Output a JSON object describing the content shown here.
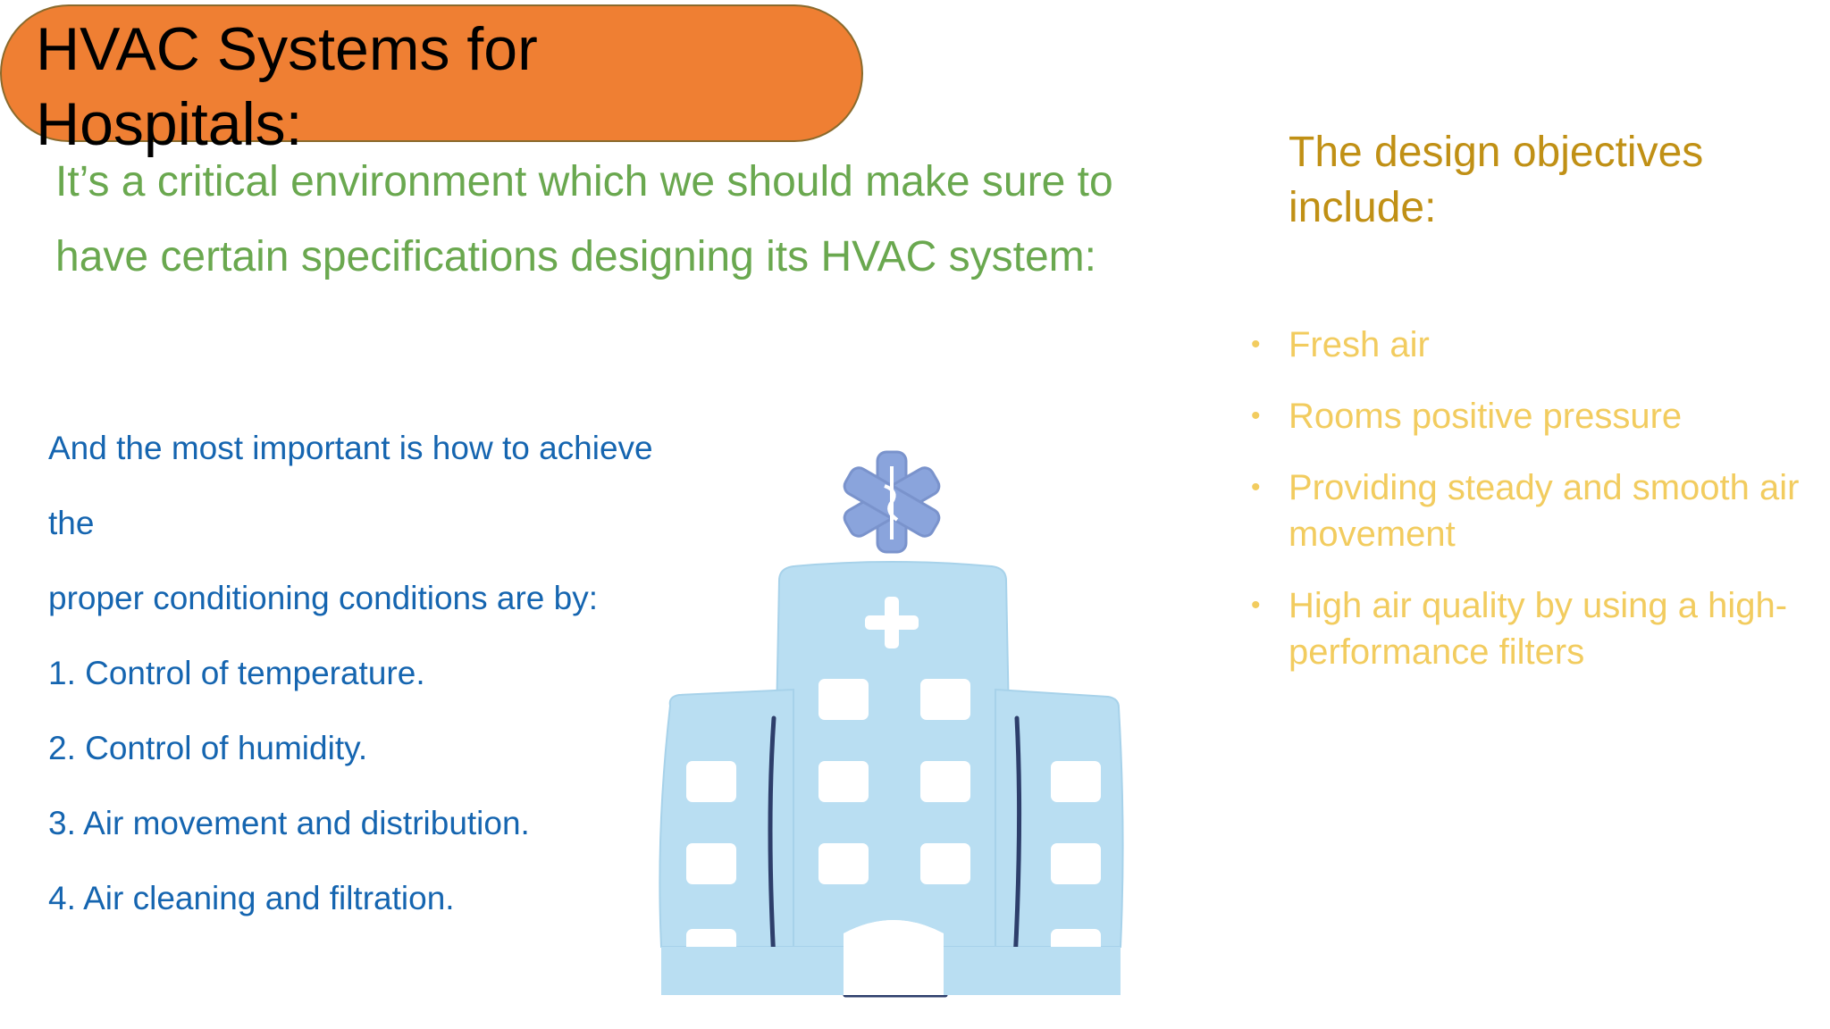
{
  "title": {
    "line1": "HVAC Systems for",
    "line2": "Hospitals:"
  },
  "intro": "It’s a critical environment which we should make sure to have certain specifications designing its HVAC system:",
  "conditions": {
    "lines": [
      "And the most important is how to achieve",
      "the",
      "proper conditioning conditions are by:",
      "1. Control of temperature.",
      "2. Control of humidity.",
      "3. Air movement and distribution.",
      "4. Air cleaning and filtration."
    ]
  },
  "objectives": {
    "title": "The design objectives include:",
    "items": [
      "Fresh air",
      "Rooms positive pressure",
      "Providing steady and smooth air movement",
      "High air quality by using a high-performance filters"
    ]
  },
  "colors": {
    "title_pill": "#ef7f33",
    "intro_text": "#6aa84f",
    "conditions_text": "#1565b0",
    "objectives_title": "#c09015",
    "objectives_items": "#f2cc5f",
    "building": "#b9def2",
    "star_of_life": "#8aa4dc"
  },
  "icons": {
    "hospital": "hospital-building-icon",
    "star_of_life": "star-of-life-icon",
    "cross": "medical-cross-icon",
    "bullet": "bullet-dot-icon"
  }
}
